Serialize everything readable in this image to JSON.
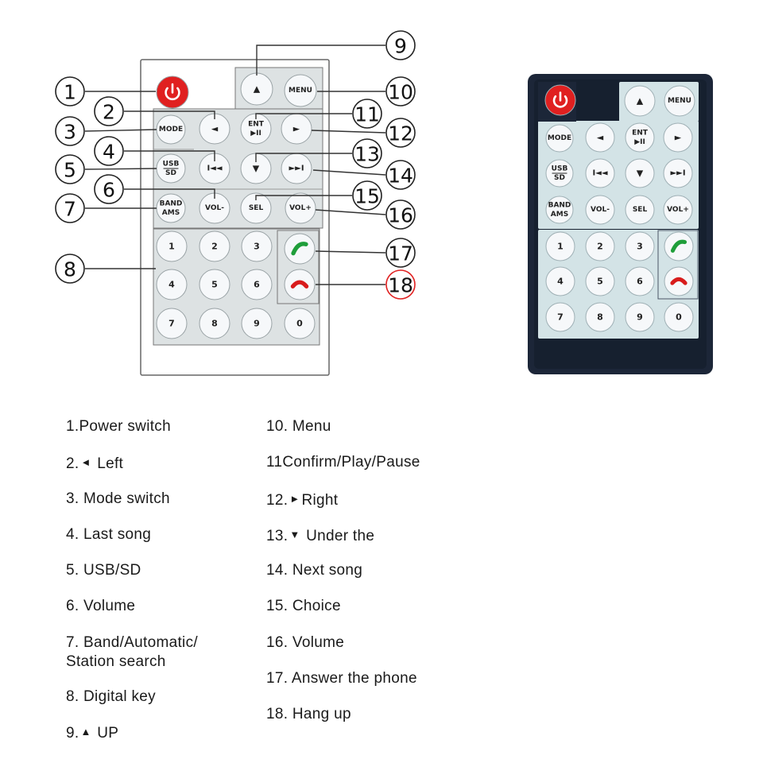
{
  "remote": {
    "buttons": {
      "power": "",
      "up": "▲",
      "menu": "MENU",
      "mode": "MODE",
      "left": "◄",
      "ent_top": "ENT",
      "ent_bottom": "▶II",
      "right": "►",
      "usb_top": "USB",
      "usb_bottom": "SD",
      "prev": "I◄◄",
      "down": "▼",
      "next": "►►I",
      "band_top": "BAND",
      "band_bottom": "AMS",
      "vol_down": "VOL-",
      "sel": "SEL",
      "vol_up": "VOL+",
      "d1": "1",
      "d2": "2",
      "d3": "3",
      "d4": "4",
      "d5": "5",
      "d6": "6",
      "d7": "7",
      "d8": "8",
      "d9": "9",
      "d0": "0"
    },
    "callout_numbers": [
      "1",
      "2",
      "3",
      "4",
      "5",
      "6",
      "7",
      "8",
      "9",
      "10",
      "11",
      "12",
      "13",
      "14",
      "15",
      "16",
      "17",
      "18"
    ],
    "colors": {
      "power_red": "#e02020",
      "answer_green": "#1f9e3a",
      "hangup_red": "#d81c1c",
      "callout_highlight": "#e02020",
      "photo_body": "#1c2638",
      "photo_panel": "#d3e3e6",
      "button_face": "#f6f8fa"
    },
    "icons": [
      "power-icon",
      "answer-phone-icon",
      "hang-up-phone-icon"
    ]
  },
  "legend": {
    "left": [
      {
        "num": "1.",
        "text": "Power switch"
      },
      {
        "num": "2.",
        "glyph": "◄",
        "text": " Left"
      },
      {
        "num": "3.",
        "text": " Mode switch"
      },
      {
        "num": "4.",
        "text": " Last song"
      },
      {
        "num": "5.",
        "text": " USB/SD"
      },
      {
        "num": "6.",
        "text": " Volume"
      },
      {
        "num": "7.",
        "text": " Band/Automatic/ Station search"
      },
      {
        "num": "8.",
        "text": " Digital key"
      },
      {
        "num": "9.",
        "glyph": "▲",
        "text": " UP"
      }
    ],
    "right": [
      {
        "num": "10.",
        "text": " Menu"
      },
      {
        "num": "11",
        "text": "Confirm/Play/Pause"
      },
      {
        "num": "12.",
        "glyph": "►",
        "text": "Right"
      },
      {
        "num": "13.",
        "glyph": "▼",
        "text": "  Under the"
      },
      {
        "num": "14.",
        "text": " Next song"
      },
      {
        "num": "15.",
        "text": " Choice"
      },
      {
        "num": "16.",
        "text": " Volume"
      },
      {
        "num": "17.",
        "text": " Answer the phone"
      },
      {
        "num": "18.",
        "text": " Hang up"
      }
    ]
  }
}
